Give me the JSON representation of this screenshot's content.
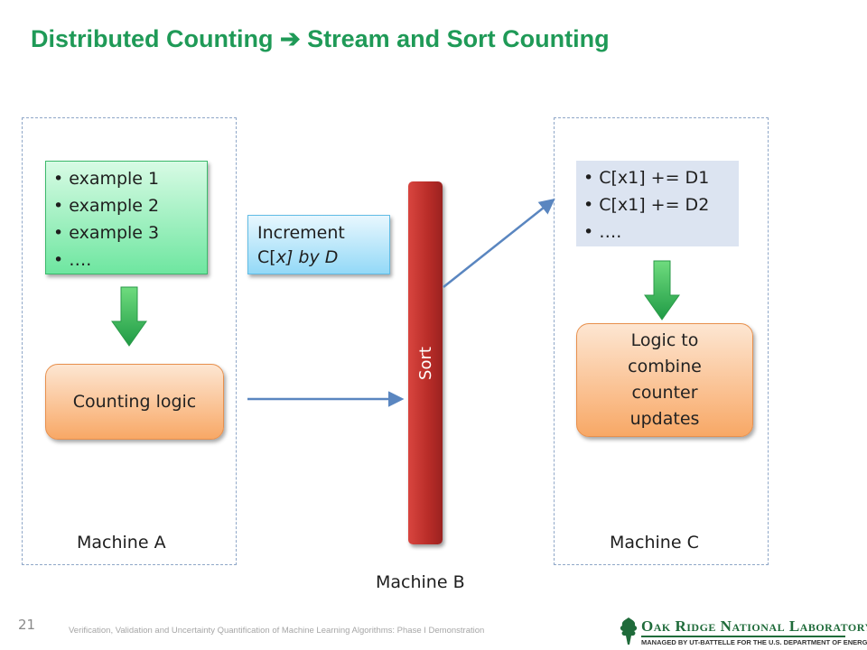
{
  "title": "Distributed Counting ➔ Stream and Sort Counting",
  "machine_a": {
    "label": "Machine A",
    "examples": [
      "example 1",
      "example 2",
      "example 3",
      "…."
    ],
    "logic": "Counting logic"
  },
  "machine_b": {
    "label": "Machine B",
    "sort_label": "Sort",
    "message_line1": "Increment",
    "message_line2_prefix": "C[",
    "message_line2_var": "x",
    "message_line2_mid": "] by ",
    "message_line2_end": "D"
  },
  "machine_c": {
    "label": "Machine C",
    "updates": [
      "C[x1] += D1",
      "C[x1] += D2",
      "…."
    ],
    "logic": "Logic to combine counter updates"
  },
  "footer": {
    "page_number": "21",
    "text": "Verification, Validation and Uncertainty Quantification of Machine Learning Algorithms: Phase I Demonstration",
    "logo_name": "Oak Ridge National Laboratory",
    "logo_sub": "MANAGED BY UT-BATTELLE FOR THE U.S. DEPARTMENT OF ENERGY"
  },
  "colors": {
    "title": "#1f9a57",
    "arrow_green": "#2fae4f",
    "arrow_blue": "#5a86c0",
    "sort_red": "#c0302b"
  }
}
